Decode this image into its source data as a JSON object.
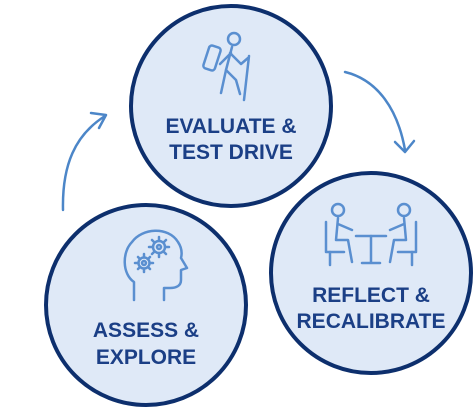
{
  "colors": {
    "circle_fill": "#dfe9f7",
    "circle_stroke": "#0d2f6d",
    "icon_stroke": "#5a8fd0",
    "arrow": "#4c86c8",
    "label": "#1b3f86"
  },
  "stages": [
    {
      "id": "evaluate",
      "line1": "EVALUATE &",
      "line2": "TEST DRIVE",
      "icon": "hiker-icon"
    },
    {
      "id": "reflect",
      "line1": "REFLECT &",
      "line2": "RECALIBRATE",
      "icon": "meeting-table-icon"
    },
    {
      "id": "assess",
      "line1": "ASSESS &",
      "line2": "EXPLORE",
      "icon": "head-gears-icon"
    }
  ],
  "flow": [
    {
      "from": "evaluate",
      "to": "reflect"
    },
    {
      "from": "assess",
      "to": "evaluate"
    }
  ]
}
